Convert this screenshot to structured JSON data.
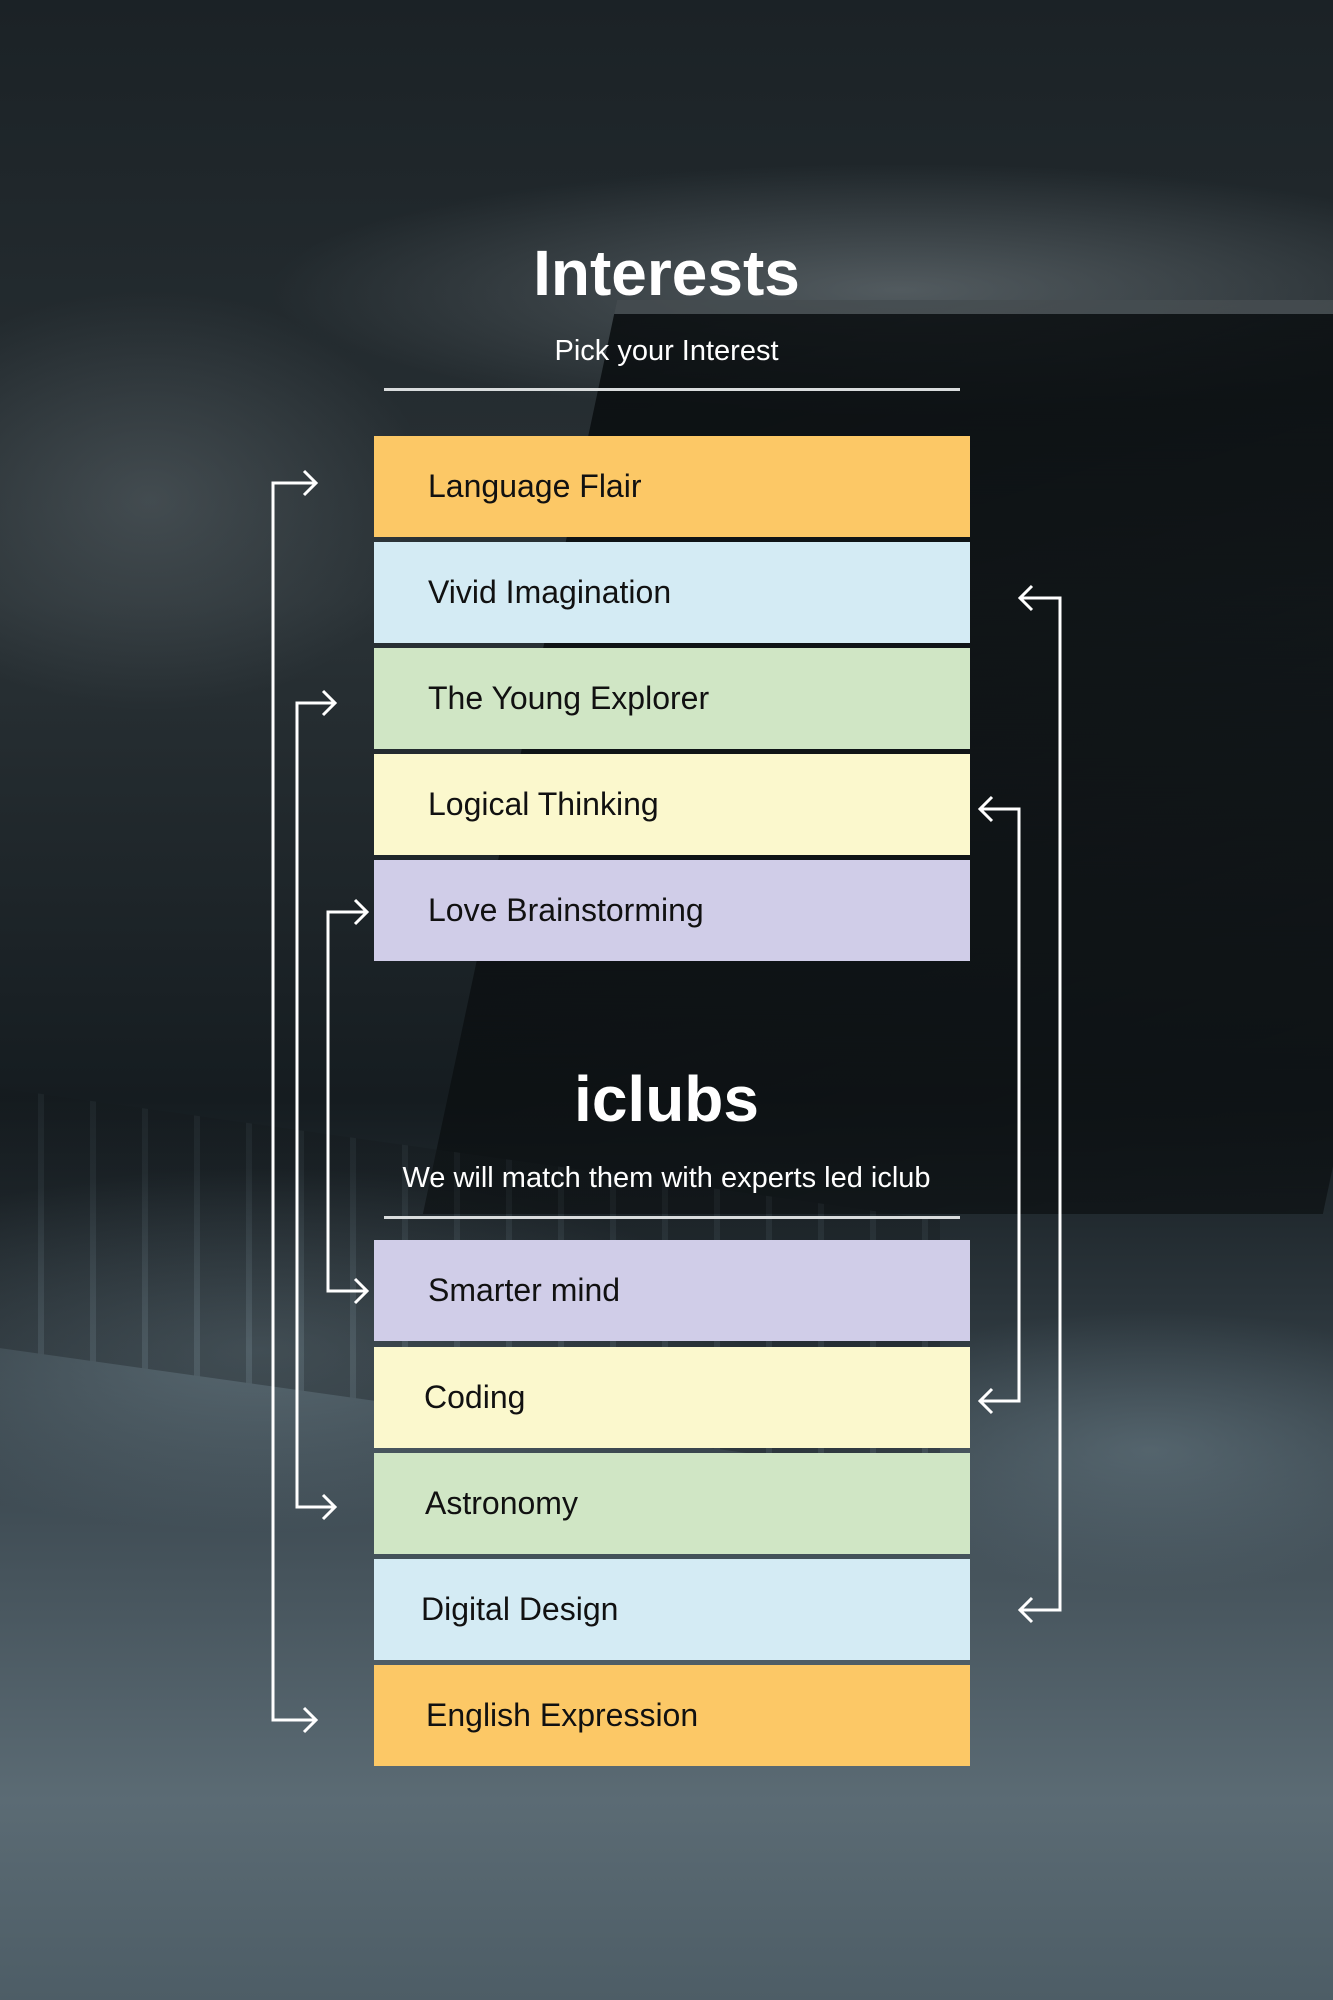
{
  "interests": {
    "title": "Interests",
    "subtitle": "Pick your Interest",
    "items": [
      {
        "label": "Language Flair",
        "color": "#fcc866"
      },
      {
        "label": "Vivid Imagination",
        "color": "#d4ebf4"
      },
      {
        "label": "The Young Explorer",
        "color": "#d0e6c5"
      },
      {
        "label": "Logical Thinking",
        "color": "#fbf8cd"
      },
      {
        "label": "Love Brainstorming",
        "color": "#d0cde8"
      }
    ]
  },
  "iclubs": {
    "title": "iclubs",
    "subtitle": "We will match them with experts led iclub",
    "items": [
      {
        "label": "Smarter mind",
        "color": "#d0cde8"
      },
      {
        "label": "Coding",
        "color": "#fbf8cd"
      },
      {
        "label": "Astronomy",
        "color": "#d0e6c5"
      },
      {
        "label": "Digital Design",
        "color": "#d4ebf4"
      },
      {
        "label": "English Expression",
        "color": "#fcc866"
      }
    ]
  },
  "connector_color": "#ffffff"
}
